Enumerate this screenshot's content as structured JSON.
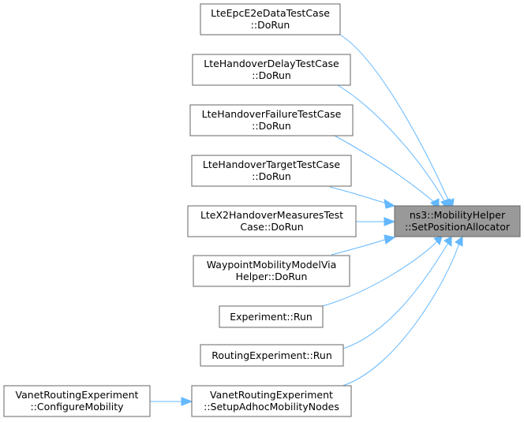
{
  "graph": {
    "target": {
      "line1": "ns3::MobilityHelper",
      "line2": "::SetPositionAllocator"
    },
    "callers": [
      {
        "line1": "LteEpcE2eDataTestCase",
        "line2": "::DoRun"
      },
      {
        "line1": "LteHandoverDelayTestCase",
        "line2": "::DoRun"
      },
      {
        "line1": "LteHandoverFailureTestCase",
        "line2": "::DoRun"
      },
      {
        "line1": "LteHandoverTargetTestCase",
        "line2": "::DoRun"
      },
      {
        "line1": "LteX2HandoverMeasuresTest",
        "line2": "Case::DoRun"
      },
      {
        "line1": "WaypointMobilityModelVia",
        "line2": "Helper::DoRun"
      },
      {
        "line1": "Experiment::Run"
      },
      {
        "line1": "RoutingExperiment::Run"
      },
      {
        "line1": "VanetRoutingExperiment",
        "line2": "::SetupAdhocMobilityNodes"
      }
    ],
    "second_level": [
      {
        "line1": "VanetRoutingExperiment",
        "line2": "::ConfigureMobility"
      }
    ],
    "colors": {
      "edge": "#63b8ff",
      "node_border": "#666666",
      "target_fill": "#999999"
    }
  }
}
